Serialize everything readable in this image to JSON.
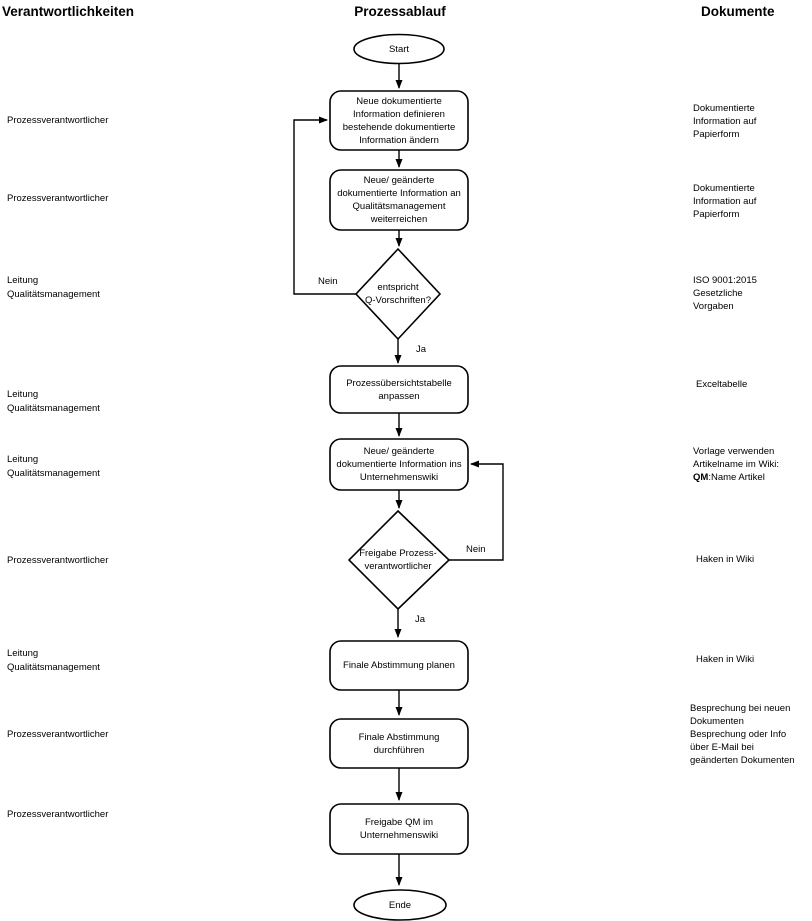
{
  "headers": {
    "responsibilities": "Verantwortlichkeiten",
    "process": "Prozessablauf",
    "documents": "Dokumente"
  },
  "flow": {
    "start": "Start",
    "step1": "Neue dokumentierte\nInformation definieren\nbestehende dokumentierte\nInformation ändern",
    "step2": "Neue/ geänderte\ndokumentierte Information an\nQualitätsmanagement\nweiterreichen",
    "decision1": "entspricht\nQ-Vorschriften?",
    "step3": "Prozessübersichtstabelle\nanpassen",
    "step4": "Neue/ geänderte\ndokumentierte Information ins\nUnternehmenswiki",
    "decision2": "Freigabe Prozess-\nverantwortlicher",
    "step5": "Finale Abstimmung planen",
    "step6": "Finale Abstimmung\ndurchführen",
    "step7": "Freigabe QM im\nUnternehmenswiki",
    "end": "Ende",
    "labels": {
      "d1_no": "Nein",
      "d1_yes": "Ja",
      "d2_no": "Nein",
      "d2_yes": "Ja"
    }
  },
  "responsibilities": [
    {
      "text": "Prozessverantwortlicher"
    },
    {
      "text": "Prozessverantwortlicher"
    },
    {
      "text": "Leitung\nQualitätsmanagement"
    },
    {
      "text": "Leitung\nQualitätsmanagement"
    },
    {
      "text": "Leitung\nQualitätsmanagement"
    },
    {
      "text": "Prozessverantwortlicher"
    },
    {
      "text": "Leitung\nQualitätsmanagement"
    },
    {
      "text": "Prozessverantwortlicher"
    },
    {
      "text": "Prozessverantwortlicher"
    }
  ],
  "documents": [
    {
      "text": "Dokumentierte\nInformation auf\nPapierform"
    },
    {
      "text": "Dokumentierte\nInformation auf\nPapierform"
    },
    {
      "text": "ISO 9001:2015\nGesetzliche\nVorgaben"
    },
    {
      "text": "Exceltabelle"
    },
    {
      "pre": "Vorlage verwenden\nArtikelname im Wiki:\n",
      "bold": "QM",
      "post": ":Name Artikel"
    },
    {
      "text": "Haken in Wiki"
    },
    {
      "text": "Haken in Wiki"
    },
    {
      "text": "Besprechung bei neuen\nDokumenten\nBesprechung oder Info\nüber E-Mail bei\ngeänderten Dokumenten"
    }
  ],
  "colors": {
    "stroke": "#000000",
    "background": "#ffffff",
    "text": "#000000"
  }
}
